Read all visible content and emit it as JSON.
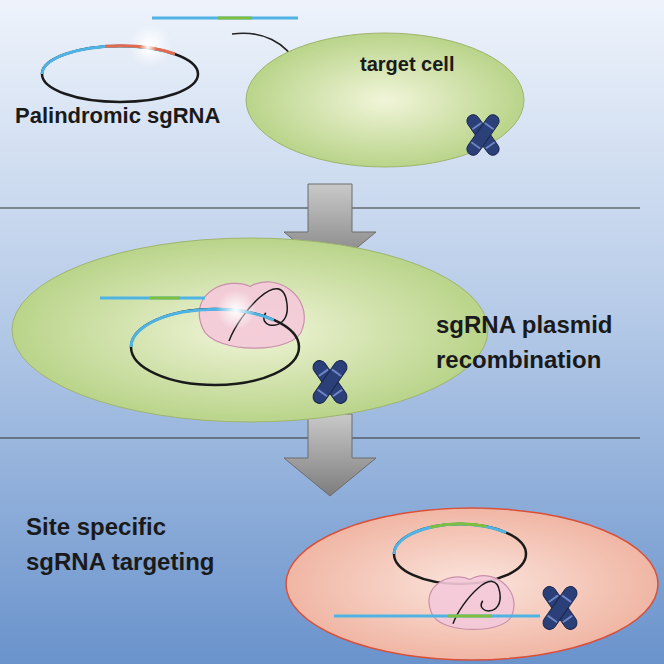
{
  "diagram": {
    "nodes": [
      {
        "text": [
          "target cell"
        ]
      }
    ],
    "labels": [
      "Palindromic sgRNA",
      "sgRNA plasmid recombination",
      "Site specific sgRNA targeting"
    ]
  }
}
